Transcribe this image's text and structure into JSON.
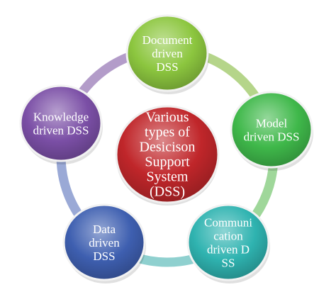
{
  "center": {
    "lines": [
      "Various",
      "types of",
      "Desicison",
      "Support",
      "System",
      "(DSS)"
    ],
    "color": "#c0262a"
  },
  "nodes": [
    {
      "id": "document",
      "lines": [
        "Document",
        "driven",
        "DSS"
      ],
      "color": "#8cc63f"
    },
    {
      "id": "model",
      "lines": [
        "Model",
        "driven  DSS"
      ],
      "color": "#3fb84a"
    },
    {
      "id": "communication",
      "lines": [
        "Communi",
        "cation",
        "driven  D",
        "SS"
      ],
      "color": "#2fb3b0"
    },
    {
      "id": "data",
      "lines": [
        "Data",
        "driven",
        "DSS"
      ],
      "color": "#3e5fb0"
    },
    {
      "id": "knowledge",
      "lines": [
        "Knowledge",
        "driven DSS"
      ],
      "color": "#7b4fa6"
    }
  ],
  "ring_colors": [
    "#b5d58a",
    "#9fd79a",
    "#8fd0cf",
    "#9aa9d6",
    "#b39cc9"
  ]
}
